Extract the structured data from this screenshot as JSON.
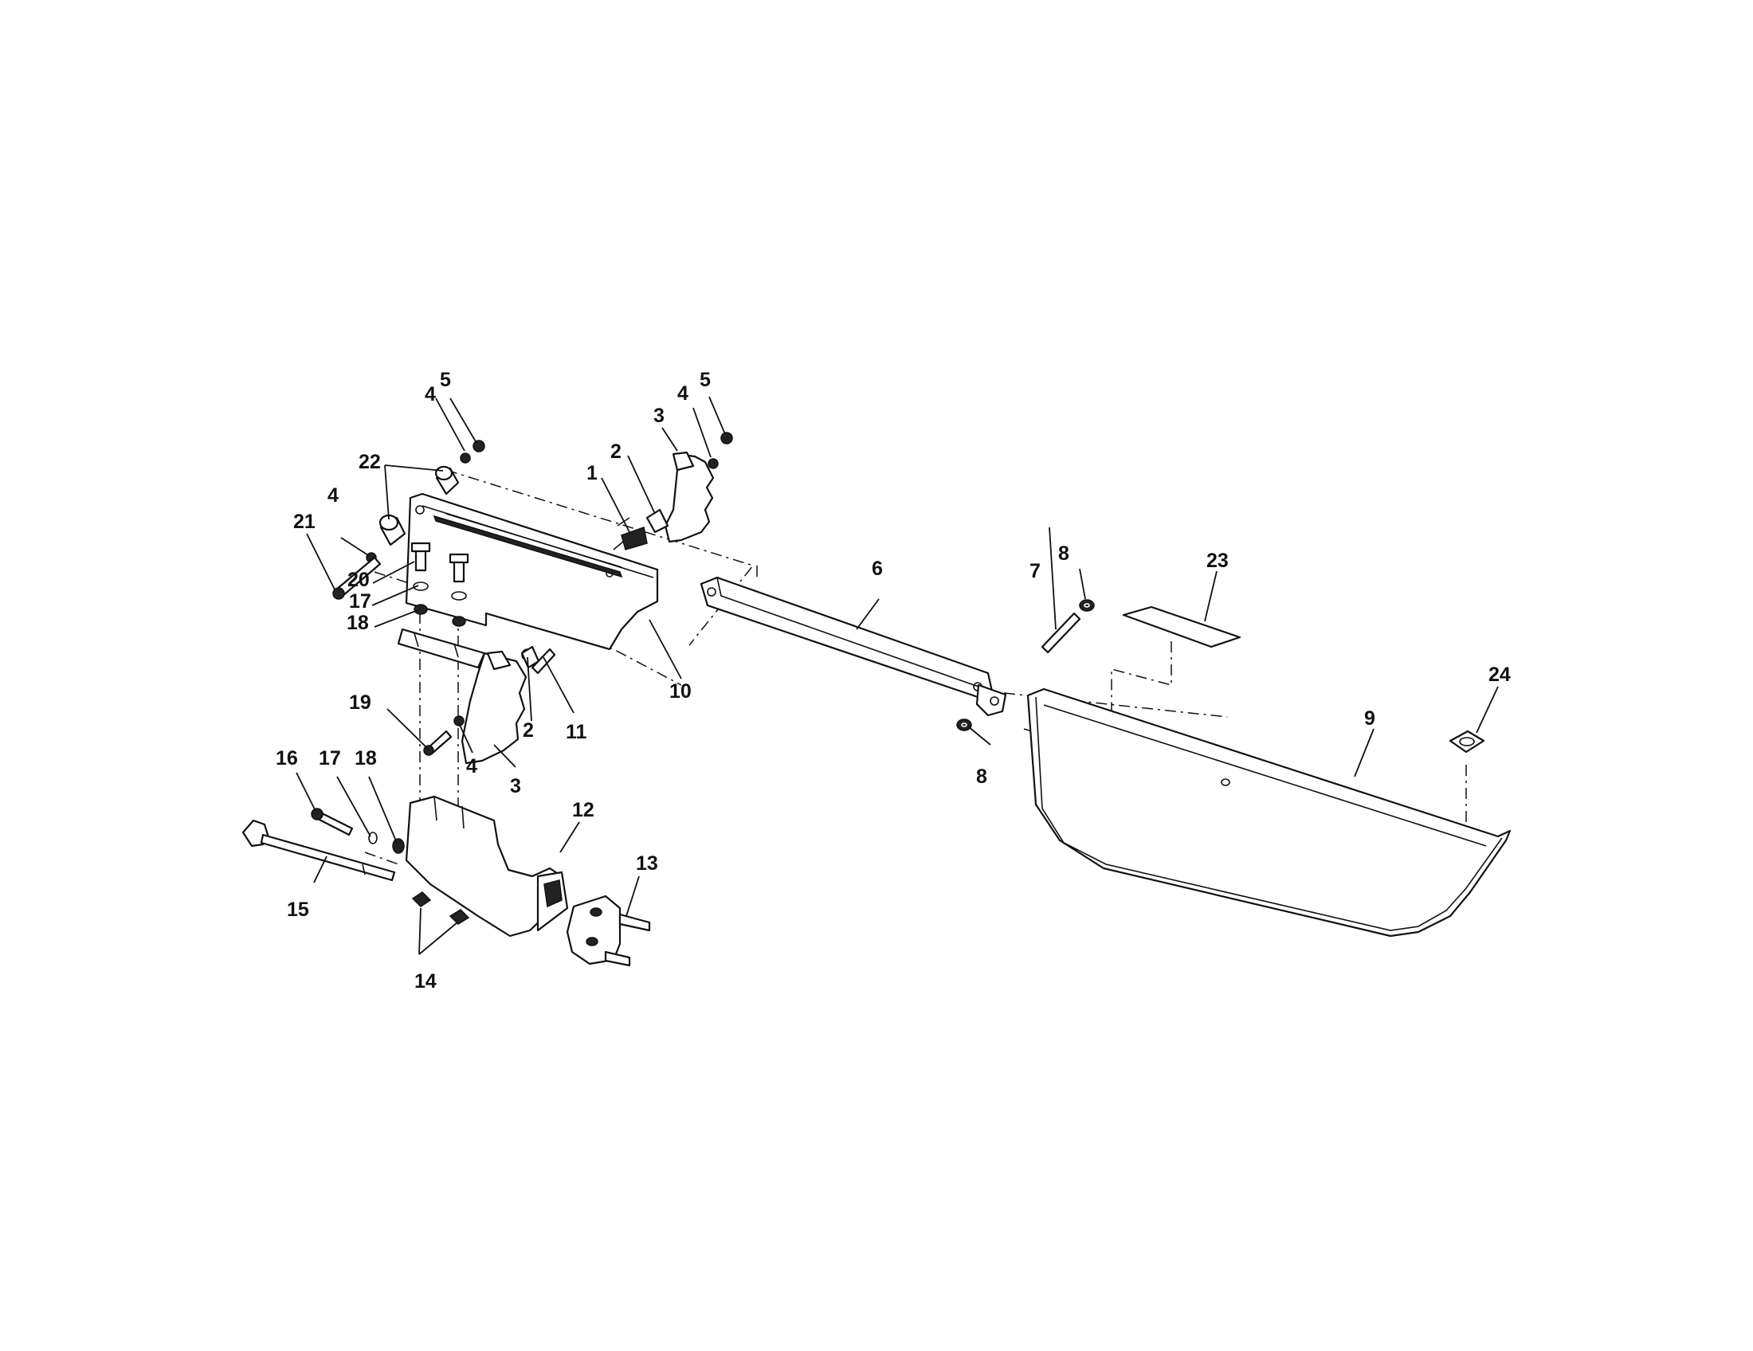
{
  "diagram": {
    "callouts": [
      "1",
      "2",
      "2",
      "3",
      "3",
      "4",
      "4",
      "4",
      "4",
      "5",
      "5",
      "6",
      "7",
      "8",
      "8",
      "9",
      "10",
      "11",
      "12",
      "13",
      "14",
      "15",
      "16",
      "17",
      "17",
      "18",
      "18",
      "19",
      "20",
      "21",
      "22",
      "23",
      "24"
    ]
  }
}
